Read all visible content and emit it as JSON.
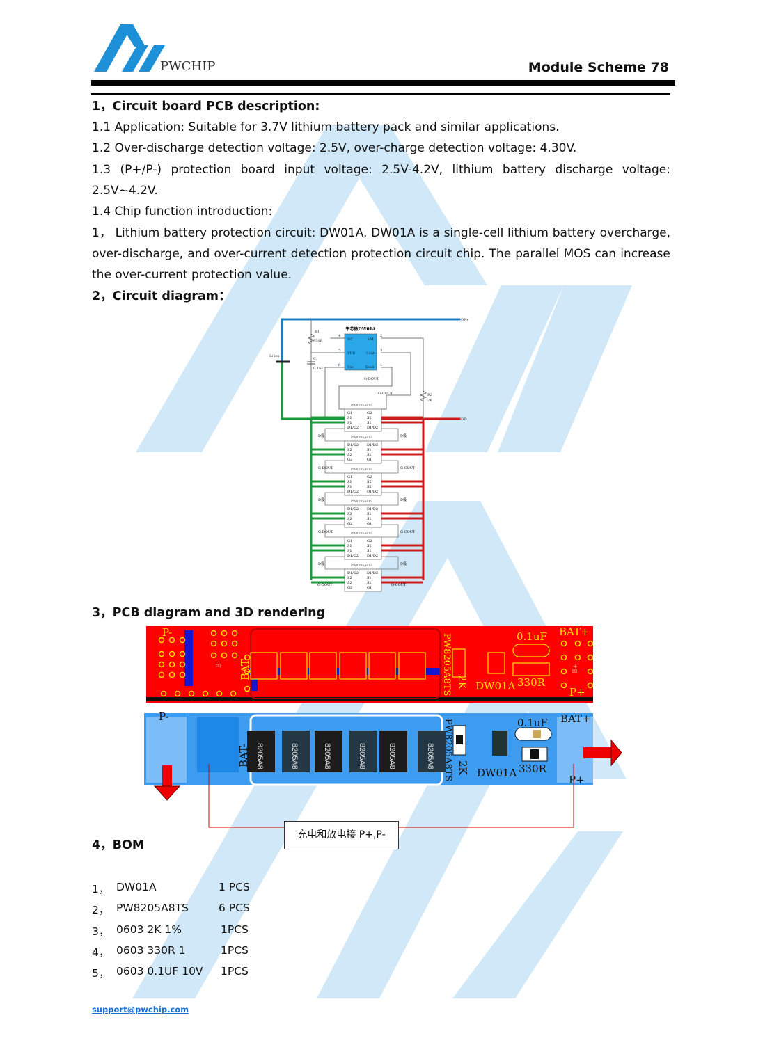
{
  "header": {
    "brand": "PWCHIP",
    "title": "Module Scheme 78"
  },
  "section1": {
    "heading": "1，Circuit board PCB description:",
    "lines": [
      "1.1 Application: Suitable for 3.7V lithium battery pack and similar applications.",
      "1.2 Over-discharge detection voltage: 2.5V, over-charge detection voltage: 4.30V.",
      "1.3 (P+/P-) protection board input voltage: 2.5V-4.2V, lithium battery discharge voltage:",
      "2.5V~4.2V.",
      "1.4 Chip function introduction:",
      "1， Lithium battery protection circuit: DW01A. DW01A is a single-cell lithium battery overcharge,",
      "over-discharge, and over-current detection protection circuit chip. The parallel MOS can increase",
      "the over-current protection value."
    ]
  },
  "section2": {
    "heading": "2，Circuit diagram：",
    "schematic": {
      "chip_title": "平芯微DW01A",
      "chip_pins": [
        "NC",
        "VM",
        "VDD",
        "Cout",
        "Vss",
        "Dout"
      ],
      "chip_pin_nums": [
        "4",
        "2",
        "5",
        "3",
        "6",
        "1"
      ],
      "r1": "R1",
      "r1_val": "330R",
      "c1": "C1",
      "c1_val": "0.1uF",
      "r2": "R2",
      "r2_val": "2K",
      "battery": "Li-ion",
      "op_plus": "OP+",
      "op_minus": "OP-",
      "g_dout": "G-DOUT",
      "g_cout": "G-COUT",
      "d_pole": "D极",
      "mos_name": "PW8205A8TS",
      "mos_pins_a": [
        "G1",
        "S1",
        "S1",
        "D1/D2",
        "G2",
        "S2",
        "S2",
        "D1/D2"
      ],
      "mos_pins_b": [
        "D1/D2",
        "S2",
        "S2",
        "G2",
        "D1/D2",
        "S1",
        "S1",
        "G1"
      ]
    }
  },
  "section3": {
    "heading": "3，PCB diagram and 3D rendering",
    "pcb_labels": {
      "p_minus": "P-",
      "bat_minus": "BAT-",
      "b_minus": "B-",
      "mos": "PW8205A8TS",
      "r2": "2K",
      "ic": "DW01A",
      "cap": "0.1uF",
      "r1": "330R",
      "bat_plus": "BAT+",
      "b_plus": "B+",
      "p_plus": "P+",
      "chip_mark": "8205A8"
    },
    "callout": "充电和放电接 P+,P-"
  },
  "section4": {
    "heading": "4，BOM",
    "items": [
      {
        "no": "1，",
        "part": "DW01A",
        "qty": "1 PCS"
      },
      {
        "no": "2，",
        "part": "PW8205A8TS",
        "qty": "6 PCS"
      },
      {
        "no": "3，",
        "part": "0603  2K 1%",
        "qty": "1PCS"
      },
      {
        "no": "4，",
        "part": "0603  330R 1",
        "qty": "1PCS"
      },
      {
        "no": "5，",
        "part": "0603  0.1UF 10V",
        "qty": "1PCS"
      }
    ]
  },
  "footer": {
    "email": "support@pwchip.com"
  },
  "colors": {
    "brand": "#1e90d8",
    "pcb_red": "#ff0000",
    "pcb_blue": "#3d9bf0",
    "watermark": "#c6e3f5"
  }
}
